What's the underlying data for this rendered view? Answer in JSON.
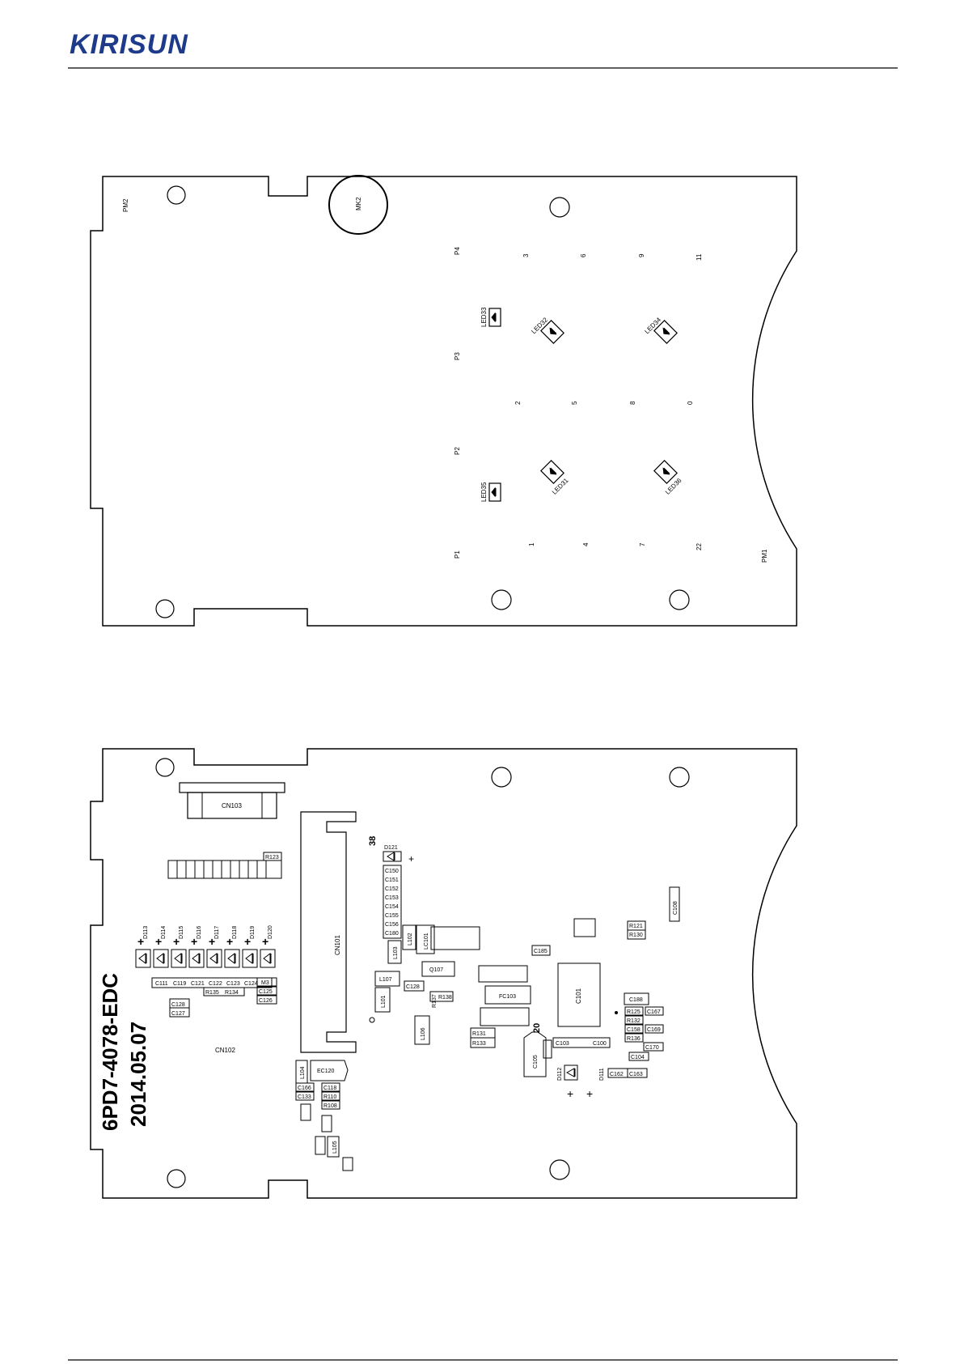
{
  "header": {
    "logo_text": "KIRISUN",
    "brand_color": "#1e3a8a"
  },
  "top_board": {
    "labels": {
      "pm2": "PM2",
      "mk2": "MK2",
      "pm1": "PM1",
      "p1": "P1",
      "p2": "P2",
      "p3": "P3",
      "p4": "P4",
      "led33": "LED33",
      "led35": "LED35",
      "led31": "LED31",
      "led32": "LED32",
      "led34": "LED34",
      "led36": "LED36",
      "k1": "1",
      "k2": "2",
      "k3": "3",
      "k4": "4",
      "k5": "5",
      "k6": "6",
      "k7": "7",
      "k8": "8",
      "k9": "9",
      "k0": "0",
      "k11": "11",
      "k22": "22"
    }
  },
  "bottom_board": {
    "labels": {
      "cn103": "CN103",
      "cn101": "CN101",
      "cn102": "CN102",
      "pin38": "38",
      "pin20": "20",
      "d113": "D113",
      "d114": "D114",
      "d115": "D115",
      "d116": "D116",
      "d117": "D117",
      "d118": "D118",
      "d119": "D119",
      "d120": "D120",
      "d121": "D121",
      "d111": "D111",
      "d112": "D112",
      "c150": "C150",
      "c151": "C151",
      "c152": "C152",
      "c153": "C153",
      "c154": "C154",
      "c155": "C155",
      "c156": "C156",
      "c180": "C180",
      "r123": "R123",
      "l103": "L103",
      "l102": "L102",
      "lc101": "LC101",
      "q107": "Q107",
      "l107": "L107",
      "l101": "L101",
      "l106": "L106",
      "fc103": "FC103",
      "c101": "C101",
      "c105": "C105",
      "c111": "C111",
      "c119": "C119",
      "c121": "C121",
      "c122": "C122",
      "c123": "C123",
      "c124": "C124",
      "r135": "R135",
      "r134": "R134",
      "c125": "C125",
      "c126": "C126",
      "c128": "C128",
      "c127": "C127",
      "l104": "L104",
      "ec120": "EC120",
      "c166": "C166",
      "c133": "C133",
      "c118": "C118",
      "r110": "R110",
      "r108": "R108",
      "l105": "L105",
      "r121": "R121",
      "r130": "R130",
      "c188": "C188",
      "r125": "R125",
      "r132": "R132",
      "c158": "C158",
      "r136": "R136",
      "c167": "C167",
      "c169": "C169",
      "c170": "C170",
      "c104": "C104",
      "c162": "C162",
      "c163": "C163",
      "c103": "C103",
      "c100": "C100",
      "r131": "R131",
      "r133": "R133",
      "r137": "R137",
      "r138": "R138",
      "c185": "C185",
      "m3": "M3",
      "c108": "C108"
    },
    "silk_code": "6PD7-4078-EDC",
    "silk_date": "2014.05.07"
  }
}
